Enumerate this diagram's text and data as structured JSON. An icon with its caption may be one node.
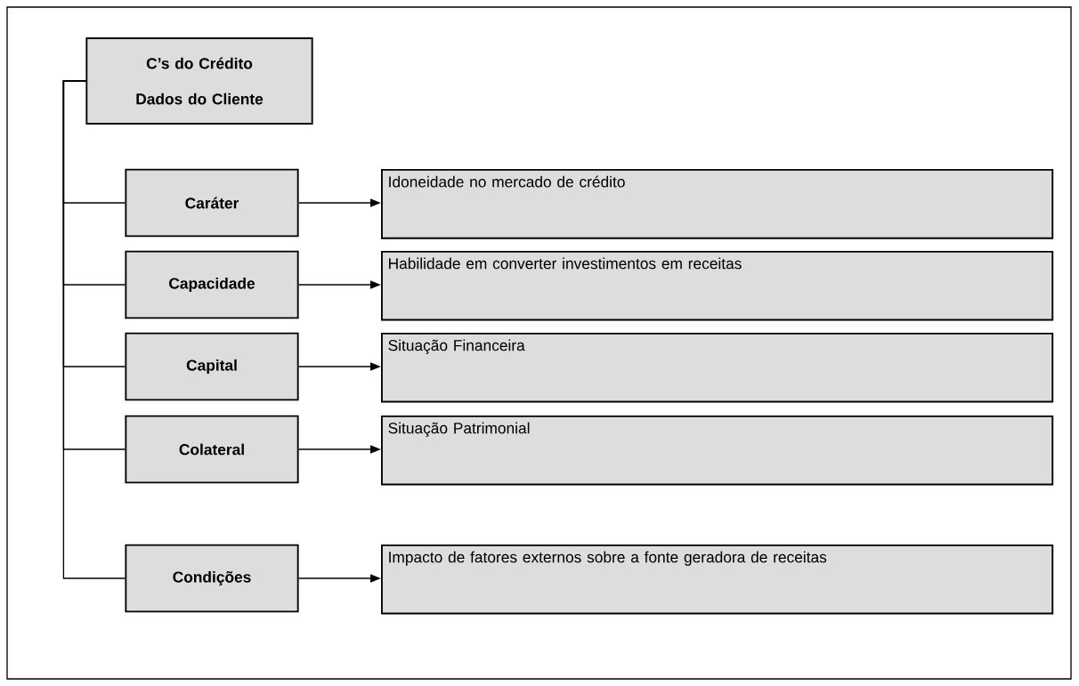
{
  "diagram": {
    "nodes": [
      {
        "text": [
          "C’s do Crédito",
          "Dados do Cliente"
        ]
      },
      {
        "text": [
          "Caráter"
        ]
      },
      {
        "text": [
          "Idoneidade no mercado de crédito"
        ]
      },
      {
        "text": [
          "Capacidade"
        ]
      },
      {
        "text": [
          "Habilidade em converter investimentos em receitas"
        ]
      },
      {
        "text": [
          "Capital"
        ]
      },
      {
        "text": [
          "Situação Financeira"
        ]
      },
      {
        "text": [
          "Colateral"
        ]
      },
      {
        "text": [
          "Situação Patrimonial"
        ]
      },
      {
        "text": [
          "Condições"
        ]
      },
      {
        "text": [
          "Impacto de fatores externos sobre a fonte geradora de receitas"
        ]
      }
    ],
    "edges": [
      {
        "from": 0,
        "to": 1,
        "arrow": "none"
      },
      {
        "from": 0,
        "to": 3,
        "arrow": "none"
      },
      {
        "from": 0,
        "to": 5,
        "arrow": "none"
      },
      {
        "from": 0,
        "to": 7,
        "arrow": "none"
      },
      {
        "from": 0,
        "to": 9,
        "arrow": "none"
      },
      {
        "from": 1,
        "to": 2,
        "arrow": "to"
      },
      {
        "from": 3,
        "to": 4,
        "arrow": "to"
      },
      {
        "from": 5,
        "to": 6,
        "arrow": "to"
      },
      {
        "from": 7,
        "to": 8,
        "arrow": "to"
      },
      {
        "from": 9,
        "to": 10,
        "arrow": "to"
      }
    ]
  }
}
